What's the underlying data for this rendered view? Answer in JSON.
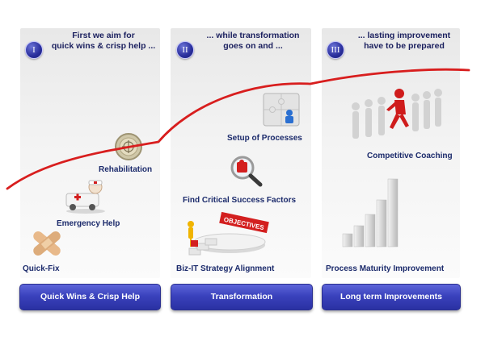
{
  "phases": [
    {
      "numeral": "I",
      "heading_lines": [
        "First we aim for",
        "quick wins & crisp help ..."
      ],
      "items": [
        "Quick-Fix",
        "Emergency Help",
        "Rehabilitation"
      ],
      "button": "Quick Wins & Crisp Help"
    },
    {
      "numeral": "II",
      "heading_lines": [
        "... while transformation",
        "goes on and ..."
      ],
      "items": [
        "Biz-IT Strategy Alignment",
        "Find Critical Success Factors",
        "Setup of Processes"
      ],
      "button": "Transformation"
    },
    {
      "numeral": "III",
      "heading_lines": [
        "... lasting improvement",
        "have to be prepared"
      ],
      "items": [
        "Process Maturity Improvement",
        "Competitive Coaching"
      ],
      "button": "Long term Improvements"
    }
  ],
  "illustrations": {
    "objectives_sign": "OBJECTIVES"
  },
  "colors": {
    "curve": "#d81e1e",
    "button": "#3a42bd",
    "label_text": "#1b2a6b",
    "badge": "#2a2f9c"
  },
  "icons": [
    "bandage-icon",
    "ambulance-icon",
    "coin-icon",
    "puzzle-icon",
    "magnifier-icon",
    "stairs-goal-icon",
    "walking-people-icon",
    "bar-chart-icon"
  ]
}
